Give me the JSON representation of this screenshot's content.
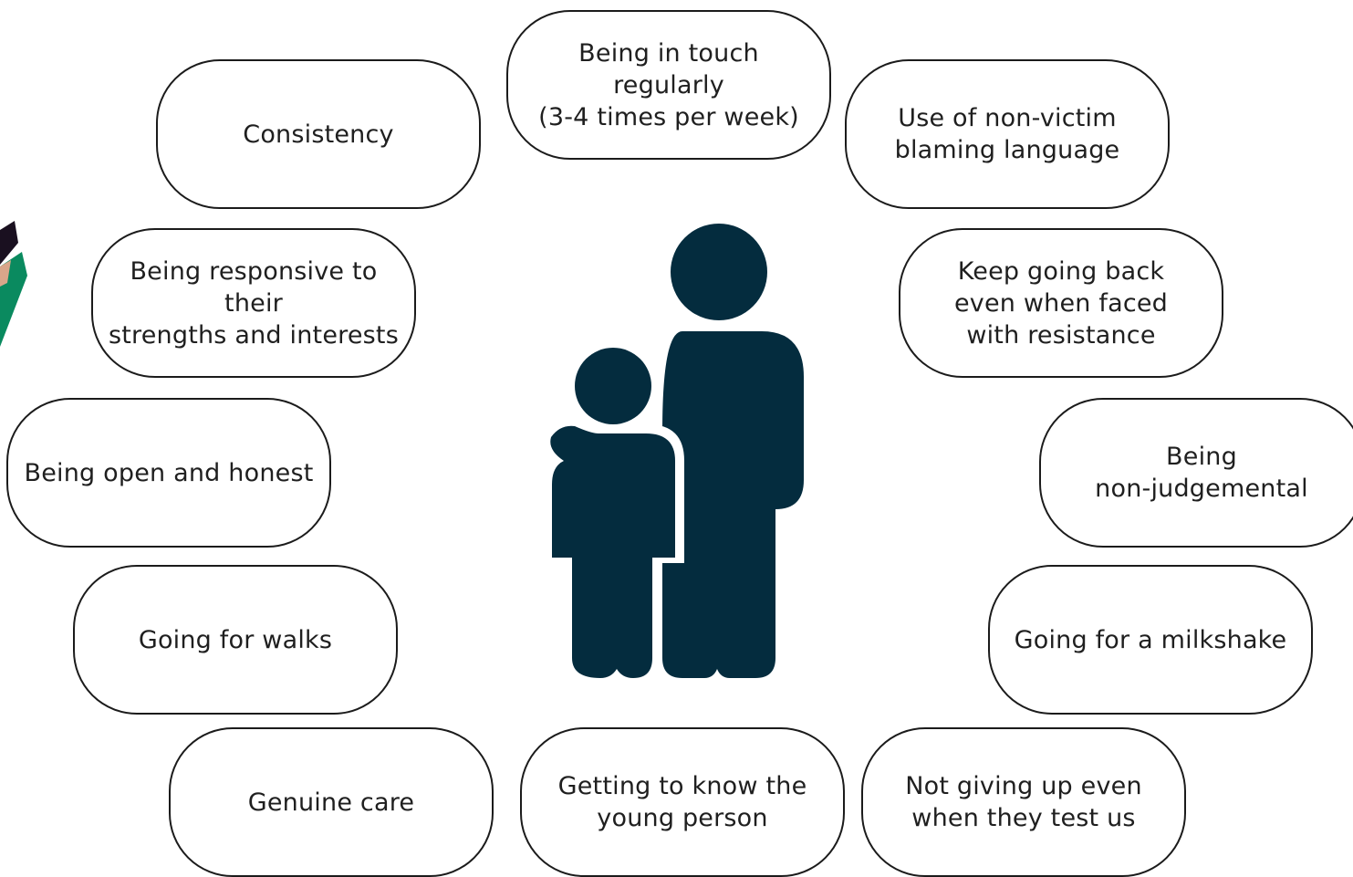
{
  "colors": {
    "figure": "#042c3e",
    "bubble_border": "#1b1b1b",
    "text": "#1f1f1f",
    "edge_green": "#0a8a5f",
    "edge_dark": "#222222"
  },
  "center_icon": "parent-and-child-icon",
  "bubbles": {
    "consistency": "Consistency",
    "in_touch": "Being in touch regularly\n(3-4 times per week)",
    "non_victim": "Use of non-victim\nblaming language",
    "responsive": "Being responsive to their\nstrengths and interests",
    "keep_going": "Keep going back\neven when faced\nwith resistance",
    "open_honest": "Being open and honest",
    "non_judgemental": "Being\nnon-judgemental",
    "walks": "Going for walks",
    "milkshake": "Going for a milkshake",
    "genuine_care": "Genuine care",
    "know_young_person": "Getting to know the\nyoung person",
    "not_giving_up": "Not giving up even\nwhen they test us"
  }
}
